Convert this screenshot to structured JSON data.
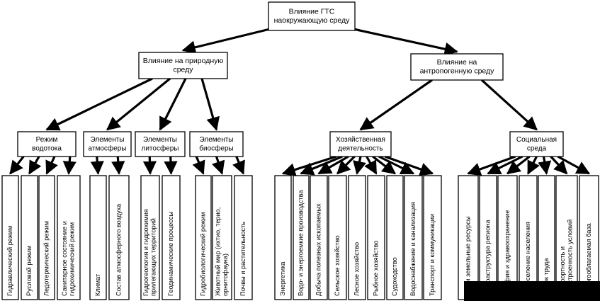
{
  "root": {
    "lines": [
      "Влияние ГТС",
      "наокружающую среду"
    ]
  },
  "level1": [
    {
      "id": "nature",
      "lines": [
        "Влияние на природную",
        "среду"
      ]
    },
    {
      "id": "anthro",
      "lines": [
        "Влияние на",
        "антропогенную среду"
      ]
    }
  ],
  "level2": [
    {
      "id": "water",
      "lines": [
        "Режим",
        "водотока"
      ]
    },
    {
      "id": "atmo",
      "lines": [
        "Элементы",
        "атмосферы"
      ]
    },
    {
      "id": "litho",
      "lines": [
        "Элементы",
        "литосферы"
      ]
    },
    {
      "id": "bio",
      "lines": [
        "Элементы",
        "биосферы"
      ]
    },
    {
      "id": "econ",
      "lines": [
        "Хозяйственная",
        "деятельность"
      ]
    },
    {
      "id": "social",
      "lines": [
        "Социальная",
        "среда"
      ]
    }
  ],
  "leaves": {
    "water": [
      [
        "Гидравлический режим"
      ],
      [
        "Русловой режим"
      ],
      [
        "Ледотермический режим"
      ],
      [
        "Санитарное состояние и",
        "гидрохимический режим"
      ]
    ],
    "atmo": [
      [
        "Климат"
      ],
      [
        "Состав атмосферного воздуха"
      ]
    ],
    "litho": [
      [
        "Гидрогеология и гидрохимия",
        "прилегающих территорий"
      ],
      [
        "Геодинамические процессы"
      ]
    ],
    "bio": [
      [
        "Гидробиологический режим"
      ],
      [
        "Животный мир (ихтио, терио,",
        "орнитофауна)"
      ],
      [
        "Почвы и растительность"
      ]
    ],
    "econ": [
      [
        "Энергетика"
      ],
      [
        "Водо- и энергоемкие производства"
      ],
      [
        "Добыча полезных ископаемых"
      ],
      [
        "Сельское хозяйство"
      ],
      [
        "Лесное хозяйство"
      ],
      [
        "Рыбное хозяйство"
      ],
      [
        "Судоходство"
      ],
      [
        "Водоснабжение и канализация"
      ],
      [
        "Транспорт и коммуникации"
      ]
    ],
    "social": [
      [
        "ные и земельные ресурсы"
      ],
      [
        "Инфраструктура региона"
      ],
      [
        "ография и здравоохранение"
      ],
      [
        "Переселение населения"
      ],
      [
        "Рынок труда"
      ],
      [
        "Комфортность и",
        "агоустроенность условий"
      ],
      [
        "Налогооблагаемая база"
      ]
    ]
  },
  "colors": {
    "stroke": "#000000",
    "fill": "#ffffff",
    "redaction": "#000000"
  }
}
